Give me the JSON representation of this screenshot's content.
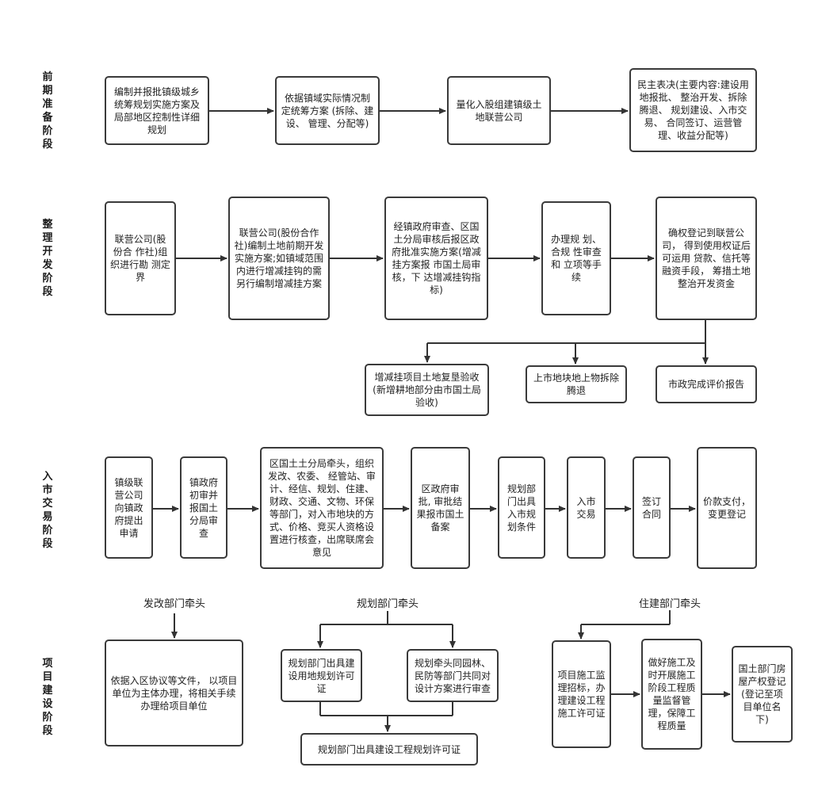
{
  "phases": {
    "p1": "前\n期\n准\n备\n阶\n段",
    "p2": "整\n理\n开\n发\n阶\n段",
    "p3": "入\n市\n交\n易\n阶\n段",
    "p4": "项\n目\n建\n设\n阶\n段"
  },
  "stage1": {
    "b1": "编制并报批镇级城乡统筹规划实施方案及局部地区控制性详细规划",
    "b2": "依据镇域实际情况制定统筹方案 (拆除、建设、 管理、分配等)",
    "b3": "量化入股组建镇级土地联营公司",
    "b4": "民主表决(主要内容:建设用 地报批、 整治开发、拆除腾退、 规划建设、入市交易、 合同签订、运营管理、收益分配等)"
  },
  "stage2": {
    "b1": "联营公司(股份合 作社)组 织进行勘 测定界",
    "b2": "联营公司(股份合作社)编制土地前期开发实施方案;如镇域范围内进行增减挂钩的需另行编制增减挂方案",
    "b3": "经镇政府审查、区国土分局审核后报区政府批准实施方案(增减挂方案报 市国土局审核，下 达增减挂钩指标)",
    "b4": "办理规 划、合规 性审查和 立项等手续",
    "b5": "确权登记到联营公司， 得到使用权证后可运用 贷款、信托等融资手段， 筹措土地整治开发资金",
    "o1": "增减挂项目土地复垦验收(新增耕地部分由市国土局验收)",
    "o2": "上市地块地上物拆除腾退",
    "o3": "市政完成评价报告"
  },
  "stage3": {
    "b1": "镇级联营公司向镇政府提出申请",
    "b2": "镇政府初审并报国土分局审查",
    "b3": "区国土土分局牵头，组织发改、农委、 经管站、审计、经信、规划、住建、财政、交通、文物、环保等部门，对入市地块的方式、价格、竞买人资格设置进行核查，出席联席会意见",
    "b4": "区政府审批, 审批结果报市国土备案",
    "b5": "规划部门出具入市规划条件",
    "b6": "入市交易",
    "b7": "签订合同",
    "b8": "价款支付，变更登记"
  },
  "stage4": {
    "lead1": "发改部门牵头",
    "lead2": "规划部门牵头",
    "lead3": "住建部门牵头",
    "b1": "依据入区协议等文件， 以项目单位为主体办理，将相关手续办理给项目单位",
    "b2": "规划部门出具建设用地规划许可证",
    "b3": "规划牵头同园林、民防等部门共同对设计方案进行审查",
    "b4": "规划部门出具建设工程规划许可证",
    "b5": "项目施工监理招标，办理建设工程施工许可证",
    "b6": "做好施工及 时开展施工 阶段工程质量监督管理，保障工程质量",
    "b7": "国土部门房屋产权登记(登记至项目单位名下)"
  }
}
